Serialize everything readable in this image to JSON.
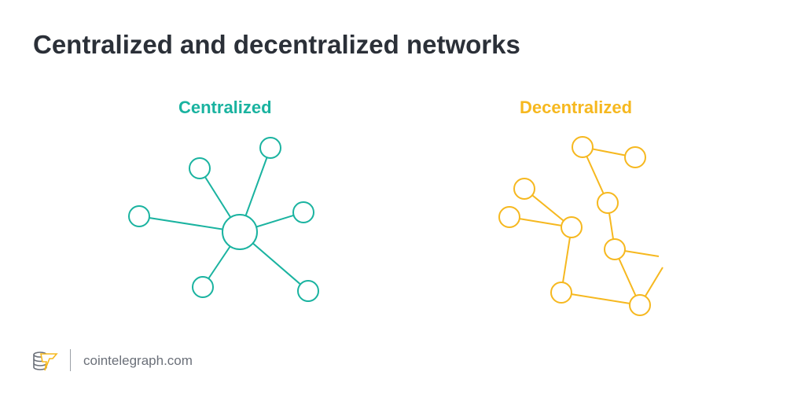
{
  "title": "Centralized and decentralized networks",
  "centralized": {
    "label": "Centralized",
    "color": "#1ab3a0"
  },
  "decentralized": {
    "label": "Decentralized",
    "color": "#f6b81f"
  },
  "footer": {
    "site": "cointelegraph.com",
    "logo": "cointelegraph-logo"
  }
}
